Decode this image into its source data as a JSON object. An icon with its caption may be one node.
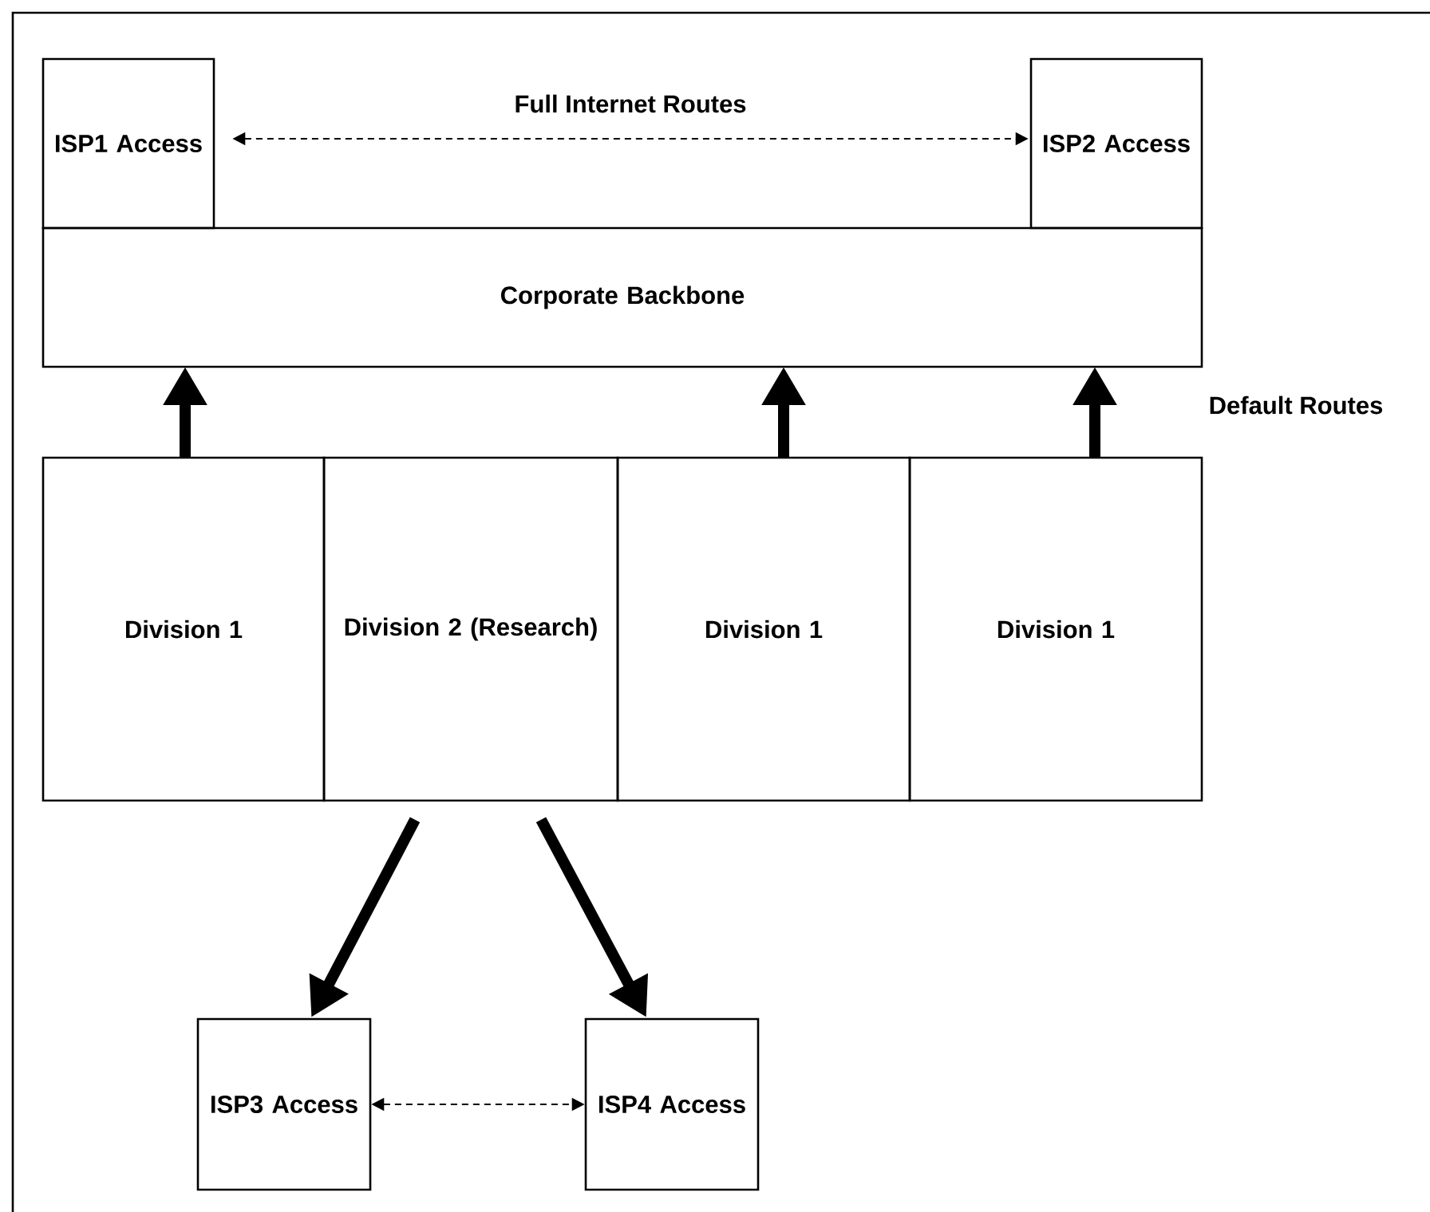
{
  "diagram": {
    "nodes": [
      {
        "text": [
          "ISP1 Access"
        ]
      },
      {
        "text": [
          "ISP2 Access"
        ]
      },
      {
        "text": [
          "Corporate Backbone"
        ]
      },
      {
        "text": [
          "Division 1"
        ]
      },
      {
        "text": [
          "Division 2 (Research)"
        ]
      },
      {
        "text": [
          "Division 1"
        ]
      },
      {
        "text": [
          "Division 1"
        ]
      },
      {
        "text": [
          "ISP3 Access"
        ]
      },
      {
        "text": [
          "ISP4 Access"
        ]
      }
    ],
    "edges": [
      {
        "from": 0,
        "to": 1,
        "arrow": "both",
        "style": "dashed",
        "label": "Full Internet Routes"
      },
      {
        "from": 3,
        "to": 2,
        "arrow": "to"
      },
      {
        "from": 5,
        "to": 2,
        "arrow": "to"
      },
      {
        "from": 6,
        "to": 2,
        "arrow": "to"
      },
      {
        "from": 4,
        "to": 7,
        "arrow": "to"
      },
      {
        "from": 4,
        "to": 8,
        "arrow": "to"
      },
      {
        "from": 7,
        "to": 8,
        "arrow": "both",
        "style": "dashed"
      }
    ],
    "labels": [
      "Default Routes"
    ]
  }
}
